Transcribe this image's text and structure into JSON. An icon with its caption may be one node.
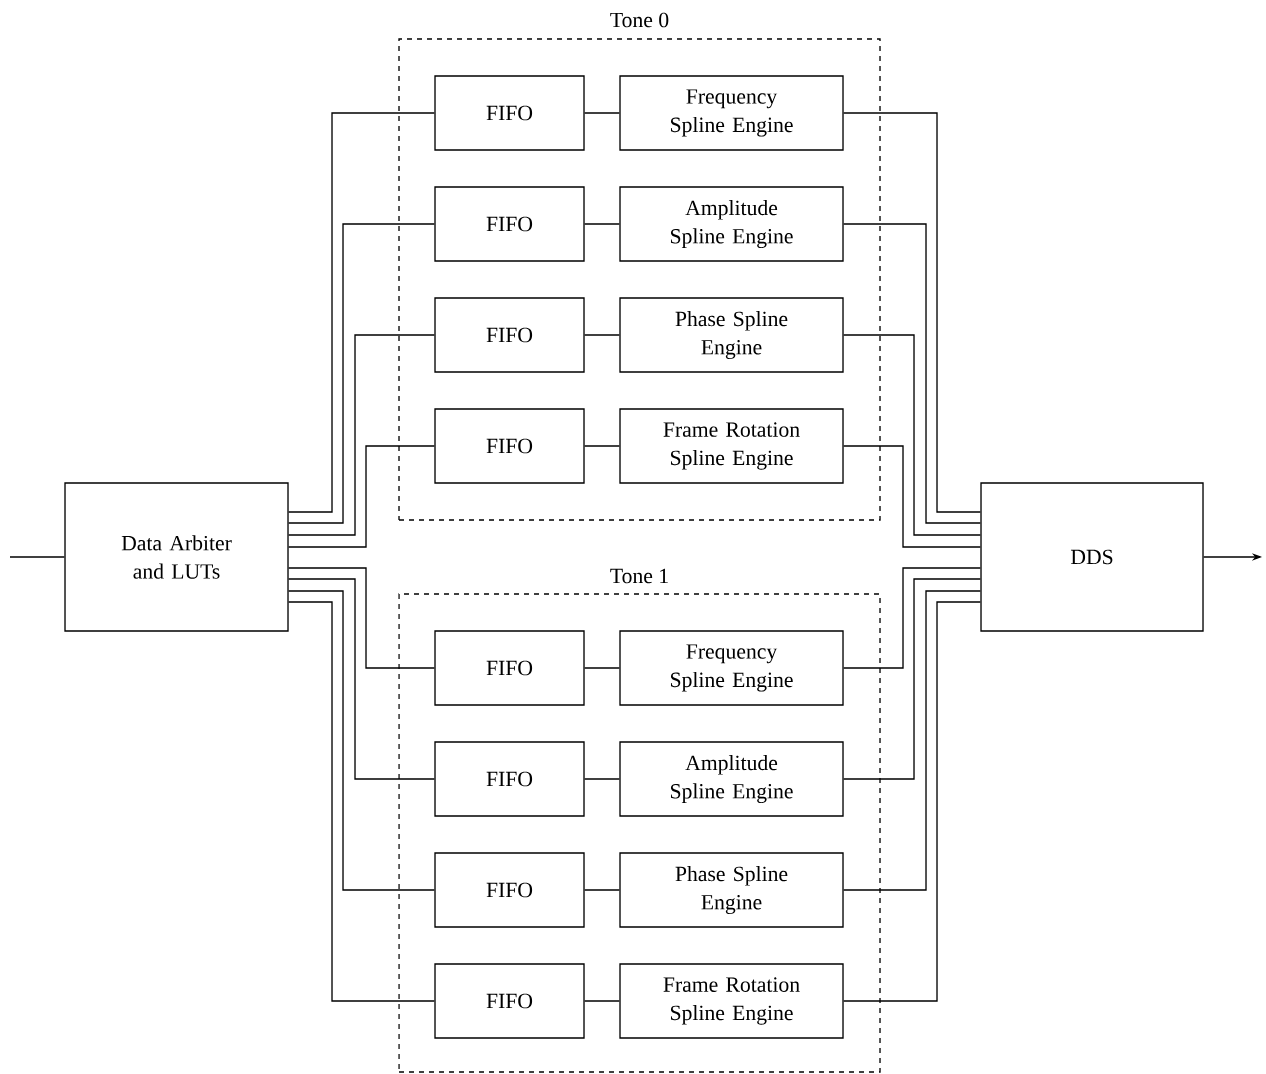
{
  "diagram": {
    "nodes": [
      {
        "text": [
          "Data Arbiter and LUTs"
        ]
      },
      {
        "text": [
          "Tone 0"
        ]
      },
      {
        "text": [
          "FIFO"
        ],
        "in": 1
      },
      {
        "text": [
          "Frequency Spline Engine"
        ],
        "in": 1
      },
      {
        "text": [
          "FIFO"
        ],
        "in": 1
      },
      {
        "text": [
          "Amplitude Spline Engine"
        ],
        "in": 1
      },
      {
        "text": [
          "FIFO"
        ],
        "in": 1
      },
      {
        "text": [
          "Phase Spline Engine"
        ],
        "in": 1
      },
      {
        "text": [
          "FIFO"
        ],
        "in": 1
      },
      {
        "text": [
          "Frame Rotation Spline Engine"
        ],
        "in": 1
      },
      {
        "text": [
          "Tone 1"
        ]
      },
      {
        "text": [
          "FIFO"
        ],
        "in": 10
      },
      {
        "text": [
          "Frequency Spline Engine"
        ],
        "in": 10
      },
      {
        "text": [
          "FIFO"
        ],
        "in": 10
      },
      {
        "text": [
          "Amplitude Spline Engine"
        ],
        "in": 10
      },
      {
        "text": [
          "FIFO"
        ],
        "in": 10
      },
      {
        "text": [
          "Phase Spline Engine"
        ],
        "in": 10
      },
      {
        "text": [
          "FIFO"
        ],
        "in": 10
      },
      {
        "text": [
          "Frame Rotation Spline Engine"
        ],
        "in": 10
      },
      {
        "text": [
          "DDS"
        ]
      }
    ],
    "edges": [
      {
        "from": null,
        "to": 0,
        "arrow": "none"
      },
      {
        "from": 19,
        "to": null,
        "arrow": "to"
      },
      {
        "from": 0,
        "to": 2,
        "arrow": "none"
      },
      {
        "from": 0,
        "to": 4,
        "arrow": "none"
      },
      {
        "from": 0,
        "to": 6,
        "arrow": "none"
      },
      {
        "from": 0,
        "to": 8,
        "arrow": "none"
      },
      {
        "from": 0,
        "to": 11,
        "arrow": "none"
      },
      {
        "from": 0,
        "to": 13,
        "arrow": "none"
      },
      {
        "from": 0,
        "to": 15,
        "arrow": "none"
      },
      {
        "from": 0,
        "to": 17,
        "arrow": "none"
      },
      {
        "from": 2,
        "to": 3,
        "arrow": "none"
      },
      {
        "from": 4,
        "to": 5,
        "arrow": "none"
      },
      {
        "from": 6,
        "to": 7,
        "arrow": "none"
      },
      {
        "from": 8,
        "to": 9,
        "arrow": "none"
      },
      {
        "from": 11,
        "to": 12,
        "arrow": "none"
      },
      {
        "from": 13,
        "to": 14,
        "arrow": "none"
      },
      {
        "from": 15,
        "to": 16,
        "arrow": "none"
      },
      {
        "from": 17,
        "to": 18,
        "arrow": "none"
      },
      {
        "from": 3,
        "to": 19,
        "arrow": "none"
      },
      {
        "from": 5,
        "to": 19,
        "arrow": "none"
      },
      {
        "from": 7,
        "to": 19,
        "arrow": "none"
      },
      {
        "from": 9,
        "to": 19,
        "arrow": "none"
      },
      {
        "from": 12,
        "to": 19,
        "arrow": "none"
      },
      {
        "from": 14,
        "to": 19,
        "arrow": "none"
      },
      {
        "from": 16,
        "to": 19,
        "arrow": "none"
      },
      {
        "from": 18,
        "to": 19,
        "arrow": "none"
      }
    ]
  }
}
